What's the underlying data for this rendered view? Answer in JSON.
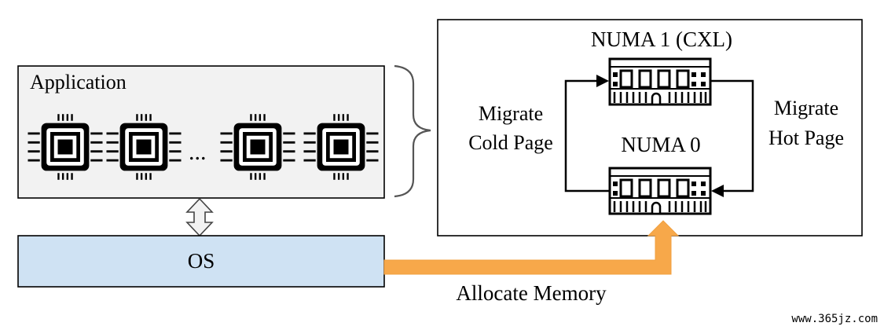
{
  "application": {
    "label": "Application",
    "ellipsis": "..."
  },
  "os": {
    "label": "OS"
  },
  "numa_box": {
    "numa1_label": "NUMA 1 (CXL)",
    "numa0_label": "NUMA 0",
    "migrate_cold": [
      "Migrate",
      "Cold Page"
    ],
    "migrate_hot": [
      "Migrate",
      "Hot Page"
    ]
  },
  "allocate_label": "Allocate Memory",
  "watermark": "www.365jz.com",
  "colors": {
    "application_fill": "#f2f2f2",
    "os_fill": "#cfe2f3",
    "allocate_arrow": "#f7a84a",
    "stroke": "#000000"
  },
  "icons": {
    "cpu": "cpu-chip-icon",
    "memory": "ram-module-icon"
  }
}
